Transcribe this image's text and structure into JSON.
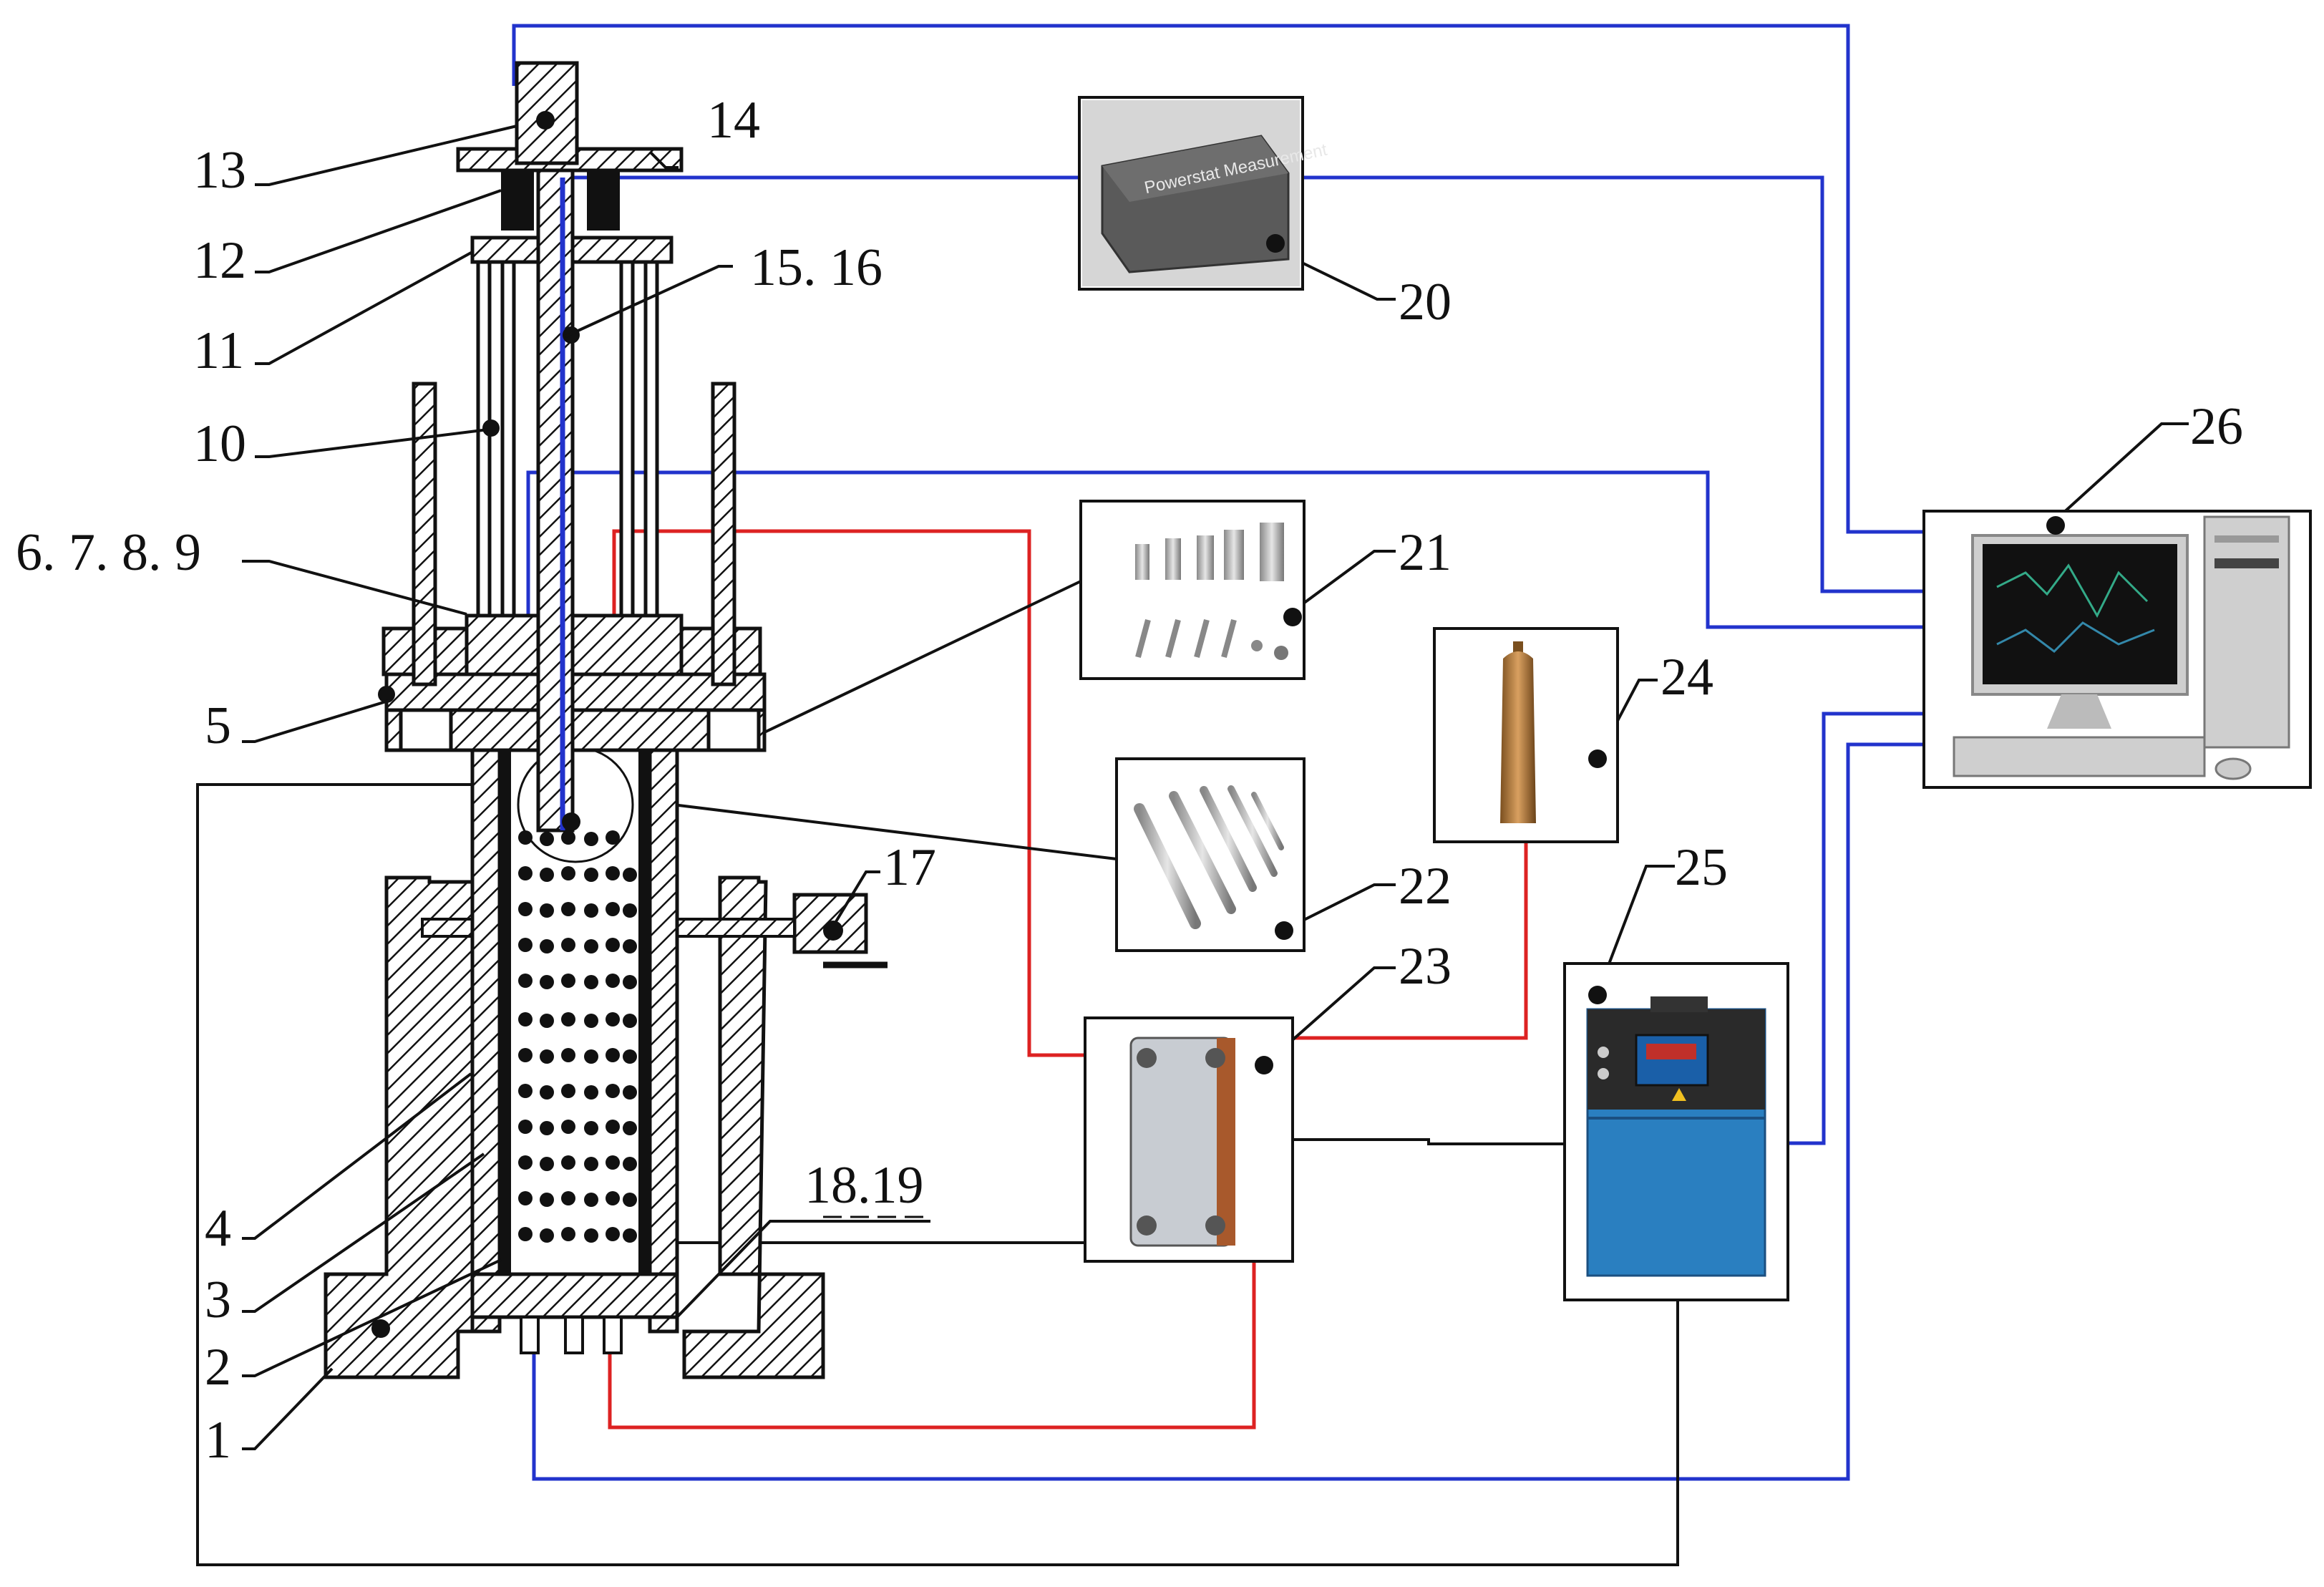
{
  "labels": {
    "l1": "1",
    "l2": "2",
    "l3": "3",
    "l4": "4",
    "l5": "5",
    "l6789": "6. 7. 8. 9",
    "l10": "10",
    "l11": "11",
    "l12": "12",
    "l13": "13",
    "l14": "14",
    "l1516": "15. 16",
    "l17": "17",
    "l1819": "18.19",
    "l20": "20",
    "l21": "21",
    "l22": "22",
    "l23": "23",
    "l24": "24",
    "l25": "25",
    "l26": "26"
  },
  "device_20_text": "Powerstat Measurement",
  "colors": {
    "signal_line": "#2233cc",
    "fluid_line": "#dd2222",
    "frame_line": "#111111",
    "hatch": "#111111",
    "copper": "#b07a3a",
    "chiller_blue": "#2a7fc0"
  }
}
